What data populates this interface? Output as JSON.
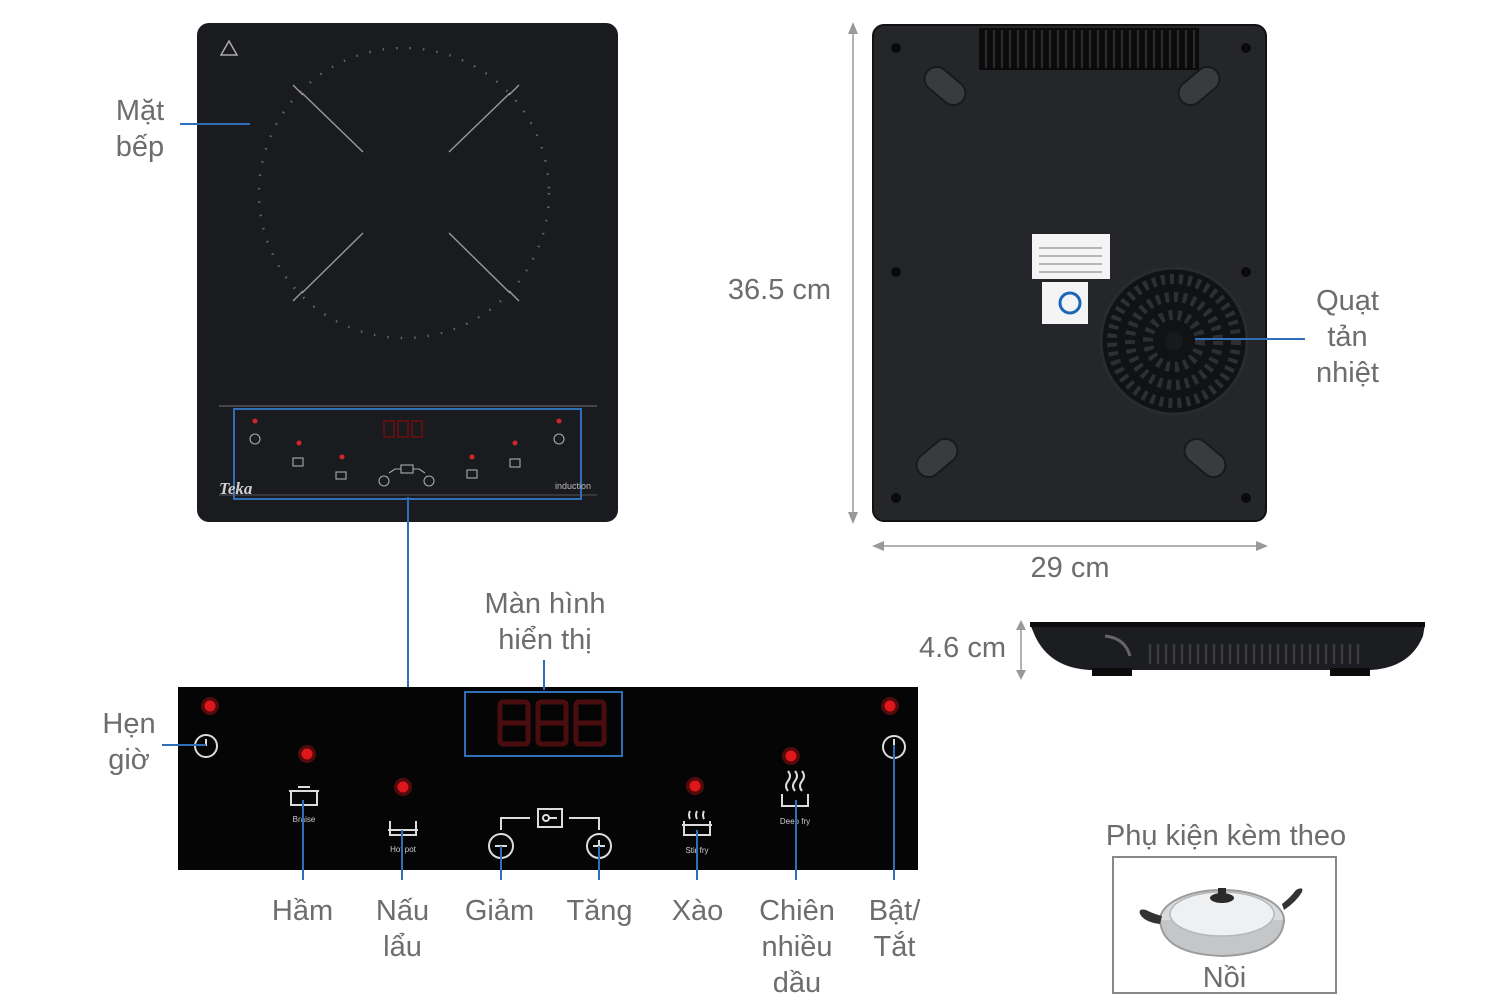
{
  "labels": {
    "surface": [
      "Mặt",
      "bếp"
    ],
    "fan": [
      "Quạt",
      "tản",
      "nhiệt"
    ],
    "display": [
      "Màn hình",
      "hiển thị"
    ],
    "timer": [
      "Hẹn",
      "giờ"
    ],
    "braise": [
      "Hầm"
    ],
    "hotpot": [
      "Nấu",
      "lẩu"
    ],
    "decrease": [
      "Giảm"
    ],
    "increase": [
      "Tăng"
    ],
    "stirfry": [
      "Xào"
    ],
    "deepfry": [
      "Chiên",
      "nhiều",
      "dầu"
    ],
    "power": [
      "Bật/",
      "Tắt"
    ],
    "accessory_title": "Phụ kiện kèm theo",
    "accessory_item": "Nồi"
  },
  "dimensions": {
    "height": "36.5 cm",
    "width": "29 cm",
    "depth": "4.6 cm"
  },
  "panel_text": {
    "braise": "Braise",
    "hotpot": "Hot pot",
    "stirfry": "Stir fry",
    "deepfry": "Deep fry",
    "display": "888"
  },
  "top_panel_text": {
    "brand": "Teka",
    "model_line1": "induction"
  },
  "colors": {
    "cooktop": "#1a1b1f",
    "indicator": "#e0181b",
    "callout_line": "#2f6fba"
  }
}
